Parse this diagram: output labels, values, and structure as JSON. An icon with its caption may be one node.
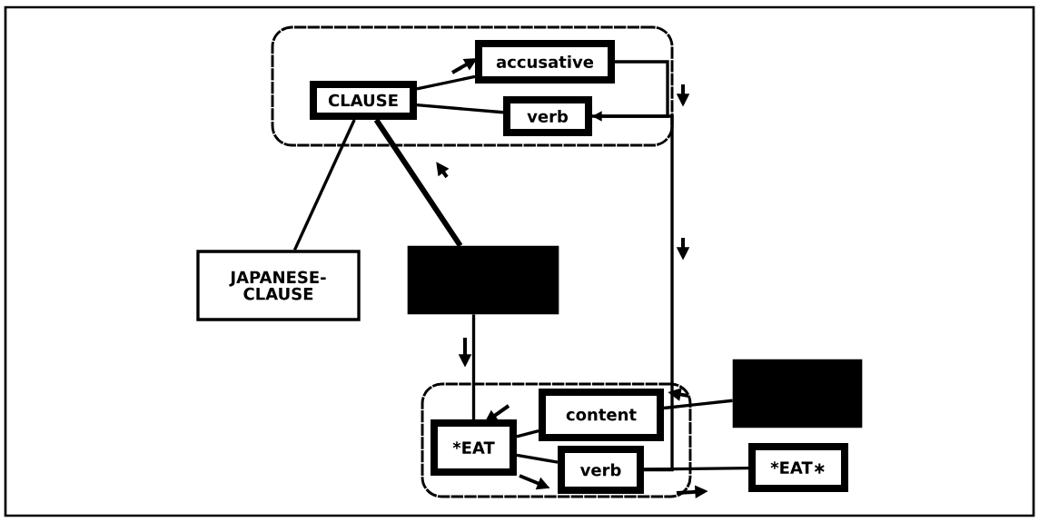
{
  "diagram": {
    "nodes": [
      {
        "text": [],
        "shape": "box"
      },
      {
        "text": [
          "CLAUSE"
        ],
        "in": 0
      },
      {
        "text": [
          "accusative"
        ],
        "in": 0
      },
      {
        "text": [
          "verb"
        ],
        "in": 0
      },
      {
        "text": [
          "JAPANESE-CLAUSE"
        ]
      },
      {
        "text": [],
        "shape": "box"
      },
      {
        "text": [],
        "shape": "box"
      },
      {
        "text": [
          "*EAT"
        ],
        "in": 6
      },
      {
        "text": [
          "content"
        ],
        "in": 6
      },
      {
        "text": [
          "verb"
        ],
        "in": 6
      },
      {
        "text": [],
        "shape": "box"
      },
      {
        "text": [
          "*EAT∗"
        ]
      }
    ],
    "edges": [
      {
        "from": 1,
        "to": 2,
        "arrow": "none"
      },
      {
        "from": 1,
        "to": 3,
        "arrow": "none"
      },
      {
        "from": 2,
        "to": 3,
        "arrow": "to"
      },
      {
        "from": 1,
        "to": 4,
        "arrow": "none"
      },
      {
        "from": 1,
        "to": 5,
        "arrow": "none",
        "style": "thick"
      },
      {
        "from": 5,
        "to": 7,
        "arrow": "none"
      },
      {
        "from": 7,
        "to": 8,
        "arrow": "none"
      },
      {
        "from": 7,
        "to": 9,
        "arrow": "none"
      },
      {
        "from": 10,
        "to": 8,
        "arrow": "none"
      },
      {
        "from": 9,
        "to": 11,
        "arrow": "none"
      },
      {
        "from": 3,
        "to": 9,
        "arrow": "none"
      }
    ]
  }
}
